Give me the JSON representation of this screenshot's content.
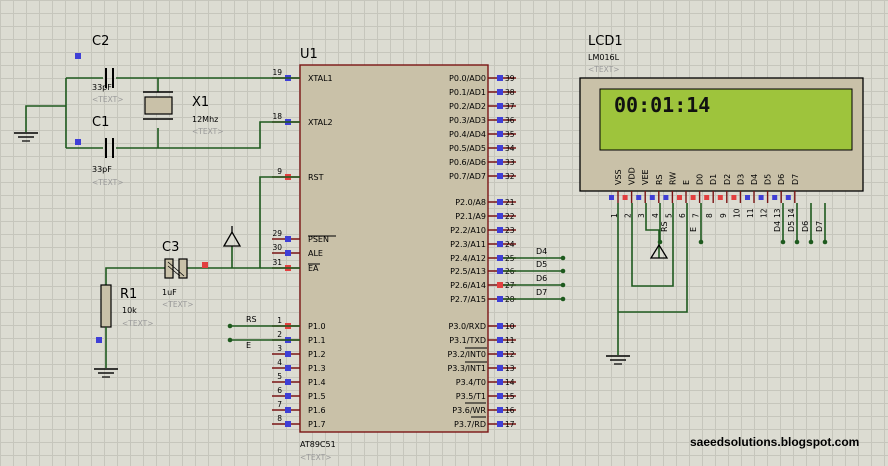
{
  "mcu": {
    "ref": "U1",
    "part": "AT89C51",
    "text": "<TEXT>",
    "left_pins": [
      {
        "num": "19",
        "name": "XTAL1"
      },
      {
        "num": "18",
        "name": "XTAL2"
      },
      {
        "num": "9",
        "name": "RST"
      },
      {
        "num": "29",
        "name": "PSEN"
      },
      {
        "num": "30",
        "name": "ALE"
      },
      {
        "num": "31",
        "name": "EA"
      },
      {
        "num": "1",
        "name": "P1.0"
      },
      {
        "num": "2",
        "name": "P1.1"
      },
      {
        "num": "3",
        "name": "P1.2"
      },
      {
        "num": "4",
        "name": "P1.3"
      },
      {
        "num": "5",
        "name": "P1.4"
      },
      {
        "num": "6",
        "name": "P1.5"
      },
      {
        "num": "7",
        "name": "P1.6"
      },
      {
        "num": "8",
        "name": "P1.7"
      }
    ],
    "right_pins": [
      {
        "num": "39",
        "name": "P0.0/AD0"
      },
      {
        "num": "38",
        "name": "P0.1/AD1"
      },
      {
        "num": "37",
        "name": "P0.2/AD2"
      },
      {
        "num": "36",
        "name": "P0.3/AD3"
      },
      {
        "num": "35",
        "name": "P0.4/AD4"
      },
      {
        "num": "34",
        "name": "P0.5/AD5"
      },
      {
        "num": "33",
        "name": "P0.6/AD6"
      },
      {
        "num": "32",
        "name": "P0.7/AD7"
      },
      {
        "num": "21",
        "name": "P2.0/A8"
      },
      {
        "num": "22",
        "name": "P2.1/A9"
      },
      {
        "num": "23",
        "name": "P2.2/A10"
      },
      {
        "num": "24",
        "name": "P2.3/A11"
      },
      {
        "num": "25",
        "name": "P2.4/A12"
      },
      {
        "num": "26",
        "name": "P2.5/A13"
      },
      {
        "num": "27",
        "name": "P2.6/A14"
      },
      {
        "num": "28",
        "name": "P2.7/A15"
      },
      {
        "num": "10",
        "name": "P3.0/RXD"
      },
      {
        "num": "11",
        "name": "P3.1/TXD"
      },
      {
        "num": "12",
        "name": "P3.2/INT0"
      },
      {
        "num": "13",
        "name": "P3.3/INT1"
      },
      {
        "num": "14",
        "name": "P3.4/T0"
      },
      {
        "num": "15",
        "name": "P3.5/T1"
      },
      {
        "num": "16",
        "name": "P3.6/WR"
      },
      {
        "num": "17",
        "name": "P3.7/RD"
      }
    ]
  },
  "c2": {
    "ref": "C2",
    "value": "33pF",
    "text": "<TEXT>"
  },
  "c1": {
    "ref": "C1",
    "value": "33pF",
    "text": "<TEXT>"
  },
  "x1": {
    "ref": "X1",
    "value": "12Mhz",
    "text": "<TEXT>"
  },
  "c3": {
    "ref": "C3",
    "value": "1uF",
    "text": "<TEXT>"
  },
  "r1": {
    "ref": "R1",
    "value": "10k",
    "text": "<TEXT>"
  },
  "lcd": {
    "ref": "LCD1",
    "part": "LM016L",
    "text": "<TEXT>",
    "display": "00:01:14",
    "pins": [
      {
        "num": "1",
        "name": "VSS"
      },
      {
        "num": "2",
        "name": "VDD"
      },
      {
        "num": "3",
        "name": "VEE"
      },
      {
        "num": "4",
        "name": "RS"
      },
      {
        "num": "5",
        "name": "RW"
      },
      {
        "num": "6",
        "name": "E"
      },
      {
        "num": "7",
        "name": "D0"
      },
      {
        "num": "8",
        "name": "D1"
      },
      {
        "num": "9",
        "name": "D2"
      },
      {
        "num": "10",
        "name": "D3"
      },
      {
        "num": "11",
        "name": "D4"
      },
      {
        "num": "12",
        "name": "D5"
      },
      {
        "num": "13",
        "name": "D6"
      },
      {
        "num": "14",
        "name": "D7"
      }
    ]
  },
  "nets": {
    "rs": "RS",
    "e": "E",
    "rs_lcd": "RS",
    "e_lcd": "E",
    "d4": "D4",
    "d5": "D5",
    "d6": "D6",
    "d7": "D7",
    "d4_lcd": "D4",
    "d5_lcd": "D5",
    "d6_lcd": "D6",
    "d7_lcd": "D7"
  },
  "watermark": "saeedsolutions.blogspot.com"
}
